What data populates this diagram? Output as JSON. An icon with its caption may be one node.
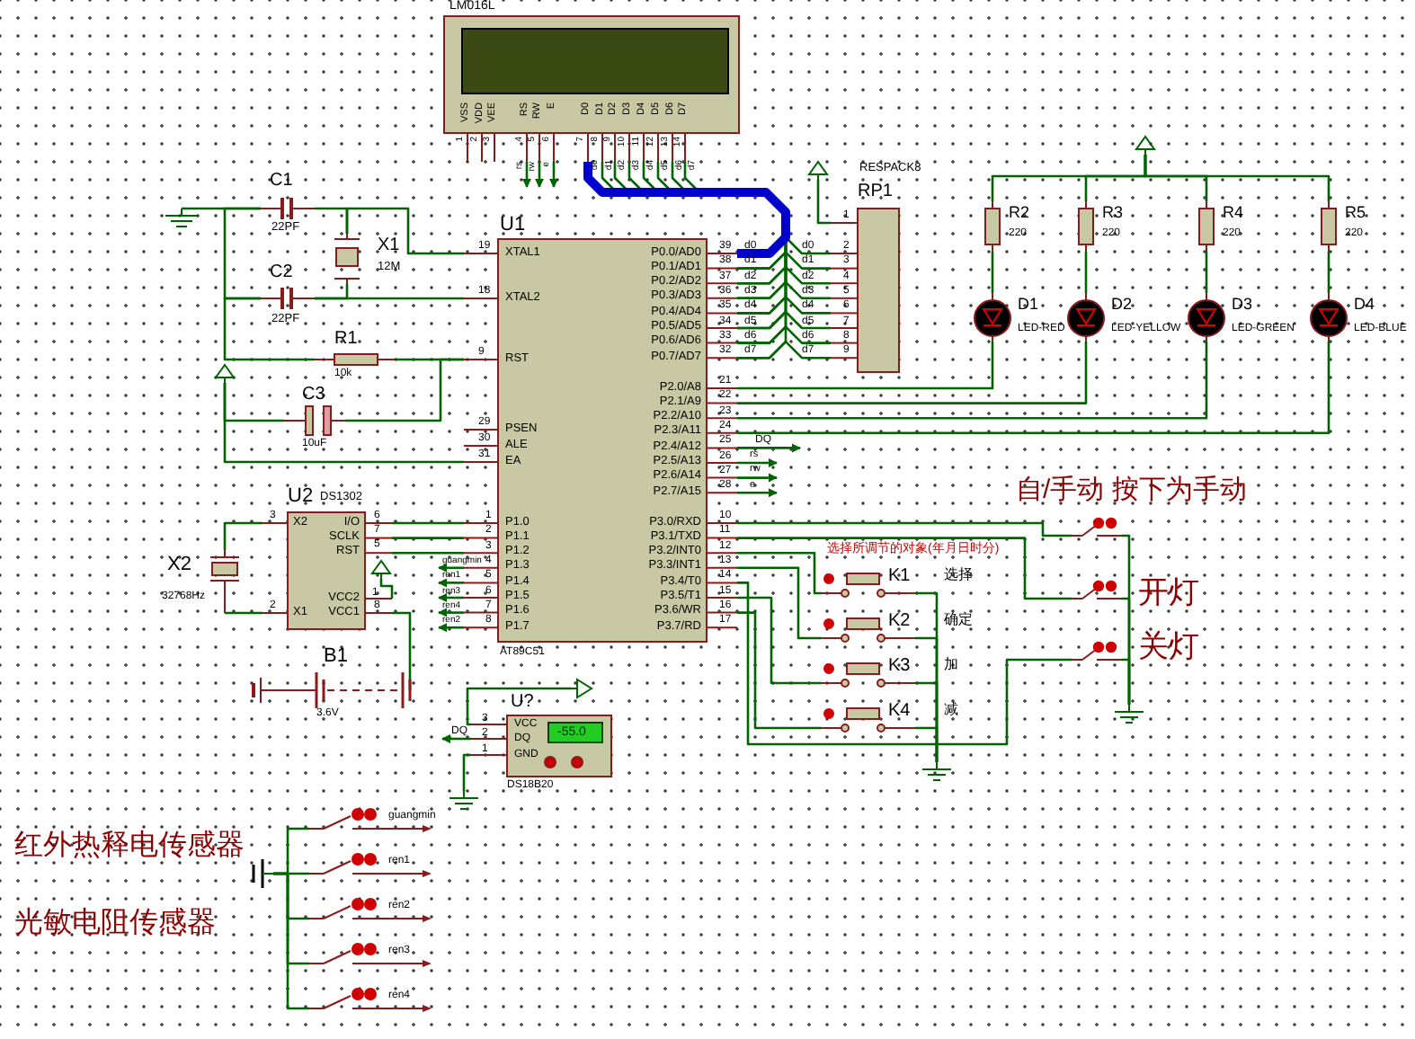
{
  "diagram": {
    "nodes": [
      {
        "text": [
          "LM016L",
          "VSS",
          "VDD",
          "VEE",
          "RS",
          "RW",
          "E",
          "D0",
          "D1",
          "D2",
          "D3",
          "D4",
          "D5",
          "D6",
          "D7"
        ]
      },
      {
        "text": [
          "U1",
          "XTAL1",
          "XTAL2",
          "RST",
          "PSEN",
          "ALE",
          "EA",
          "P0.0/AD0",
          "P0.1/AD1",
          "P0.2/AD2",
          "P0.3/AD3",
          "P0.4/AD4",
          "P0.5/AD5",
          "P0.6/AD6",
          "P0.7/AD7",
          "P2.0/A8",
          "P2.1/A9",
          "P2.2/A10",
          "P2.3/A11",
          "P2.4/A12",
          "P2.5/A13",
          "P2.6/A14",
          "P2.7/A15",
          "P1.0",
          "P1.1",
          "P1.2",
          "P1.3",
          "P1.4",
          "P1.5",
          "P1.6",
          "P1.7",
          "P3.0/RXD",
          "P3.1/TXD",
          "P3.2/INT0",
          "P3.3/INT1",
          "P3.4/T0",
          "P3.5/T1",
          "P3.6/WR",
          "P3.7/RD",
          "AT89C51"
        ]
      },
      {
        "text": [
          "RESPACK8",
          "RP1"
        ]
      },
      {
        "text": [
          "C1",
          "22PF"
        ]
      },
      {
        "text": [
          "C2",
          "22PF"
        ]
      },
      {
        "text": [
          "X1",
          "12M"
        ]
      },
      {
        "text": [
          "R1",
          "10k"
        ]
      },
      {
        "text": [
          "C3",
          "10uF"
        ]
      },
      {
        "text": [
          "R2",
          "220"
        ]
      },
      {
        "text": [
          "R3",
          "220"
        ]
      },
      {
        "text": [
          "R4",
          "220"
        ]
      },
      {
        "text": [
          "R5",
          "220"
        ]
      },
      {
        "text": [
          "D1",
          "LED-RED"
        ]
      },
      {
        "text": [
          "D2",
          "LED-YELLOW"
        ]
      },
      {
        "text": [
          "D3",
          "LED-GREEN"
        ]
      },
      {
        "text": [
          "D4",
          "LED-BLUE"
        ]
      },
      {
        "text": [
          "U2",
          "DS1302",
          "X2",
          "X1",
          "I/O",
          "SCLK",
          "RST",
          "VCC2",
          "VCC1"
        ]
      },
      {
        "text": [
          "X2",
          "32768Hz"
        ]
      },
      {
        "text": [
          "B1",
          "3.6V"
        ]
      },
      {
        "text": [
          "U?",
          "VCC",
          "DQ",
          "GND",
          "-55.0",
          "DS18B20"
        ]
      },
      {
        "text": [
          "K1"
        ]
      },
      {
        "text": [
          "K2"
        ]
      },
      {
        "text": [
          "K3"
        ]
      },
      {
        "text": [
          "K4"
        ]
      },
      {
        "text": [],
        "shape": "switch"
      },
      {
        "text": [],
        "shape": "switch"
      },
      {
        "text": [],
        "shape": "switch"
      },
      {
        "text": [
          "guangmin"
        ]
      },
      {
        "text": [
          "ren1"
        ]
      },
      {
        "text": [
          "ren2"
        ]
      },
      {
        "text": [
          "ren3"
        ]
      },
      {
        "text": [
          "ren4"
        ]
      },
      {
        "text": [],
        "shape": "connector"
      },
      {
        "text": [],
        "shape": "ground"
      },
      {
        "text": [],
        "shape": "power"
      },
      {
        "text": [],
        "shape": "power"
      },
      {
        "text": [],
        "shape": "power"
      },
      {
        "text": [],
        "shape": "power"
      },
      {
        "text": [],
        "shape": "power"
      },
      {
        "text": [],
        "shape": "ground"
      },
      {
        "text": [],
        "shape": "ground"
      },
      {
        "text": [],
        "shape": "ground"
      }
    ],
    "edges": [
      {
        "from": 3,
        "to": 5,
        "arrow": "none"
      },
      {
        "from": 5,
        "to": 1,
        "arrow": "none"
      },
      {
        "from": 5,
        "to": 4,
        "arrow": "none"
      },
      {
        "from": 4,
        "to": 1,
        "arrow": "none"
      },
      {
        "from": 3,
        "to": 4,
        "arrow": "none"
      },
      {
        "from": 4,
        "to": 6,
        "arrow": "none"
      },
      {
        "from": 6,
        "to": 1,
        "arrow": "none"
      },
      {
        "from": 7,
        "to": 1,
        "arrow": "none"
      },
      {
        "from": 3,
        "to": 33,
        "arrow": "none"
      },
      {
        "from": 34,
        "to": 7,
        "arrow": "none"
      },
      {
        "from": 34,
        "to": 1,
        "arrow": "none"
      },
      {
        "from": 1,
        "to": 0,
        "arrow": "none",
        "style": "thick",
        "color": "#0000cc"
      },
      {
        "from": 1,
        "to": 2,
        "arrow": "none"
      },
      {
        "from": 35,
        "to": 2,
        "arrow": "none"
      },
      {
        "from": 1,
        "to": 12,
        "arrow": "none"
      },
      {
        "from": 1,
        "to": 13,
        "arrow": "none"
      },
      {
        "from": 1,
        "to": 14,
        "arrow": "none"
      },
      {
        "from": 1,
        "to": 15,
        "arrow": "none"
      },
      {
        "from": 8,
        "to": 12,
        "arrow": "none"
      },
      {
        "from": 9,
        "to": 13,
        "arrow": "none"
      },
      {
        "from": 10,
        "to": 14,
        "arrow": "none"
      },
      {
        "from": 11,
        "to": 15,
        "arrow": "none"
      },
      {
        "from": 36,
        "to": 8,
        "arrow": "none"
      },
      {
        "from": 36,
        "to": 9,
        "arrow": "none"
      },
      {
        "from": 36,
        "to": 10,
        "arrow": "none"
      },
      {
        "from": 36,
        "to": 11,
        "arrow": "none"
      },
      {
        "from": 16,
        "to": 1,
        "arrow": "none"
      },
      {
        "from": 16,
        "to": 1,
        "arrow": "none"
      },
      {
        "from": 16,
        "to": 1,
        "arrow": "none"
      },
      {
        "from": 17,
        "to": 16,
        "arrow": "none"
      },
      {
        "from": 17,
        "to": 16,
        "arrow": "none"
      },
      {
        "from": 18,
        "to": 16,
        "arrow": "none"
      },
      {
        "from": 37,
        "to": 16,
        "arrow": "none"
      },
      {
        "from": 38,
        "to": 19,
        "arrow": "none"
      },
      {
        "from": 19,
        "to": 39,
        "arrow": "none"
      },
      {
        "from": 1,
        "to": 24,
        "arrow": "none"
      },
      {
        "from": 1,
        "to": 25,
        "arrow": "none"
      },
      {
        "from": 1,
        "to": 26,
        "arrow": "none"
      },
      {
        "from": 1,
        "to": 20,
        "arrow": "none"
      },
      {
        "from": 1,
        "to": 21,
        "arrow": "none"
      },
      {
        "from": 1,
        "to": 22,
        "arrow": "none"
      },
      {
        "from": 1,
        "to": 23,
        "arrow": "none"
      },
      {
        "from": 20,
        "to": 41,
        "arrow": "none"
      },
      {
        "from": 21,
        "to": 41,
        "arrow": "none"
      },
      {
        "from": 22,
        "to": 41,
        "arrow": "none"
      },
      {
        "from": 23,
        "to": 41,
        "arrow": "none"
      },
      {
        "from": 24,
        "to": 40,
        "arrow": "none"
      },
      {
        "from": 25,
        "to": 40,
        "arrow": "none"
      },
      {
        "from": 26,
        "to": 40,
        "arrow": "none"
      },
      {
        "from": 32,
        "to": 27,
        "arrow": "none"
      },
      {
        "from": 32,
        "to": 28,
        "arrow": "none"
      },
      {
        "from": 32,
        "to": 29,
        "arrow": "none"
      },
      {
        "from": 32,
        "to": 30,
        "arrow": "none"
      },
      {
        "from": 32,
        "to": 31,
        "arrow": "none"
      },
      {
        "from": 0,
        "to": 1,
        "arrow": "none"
      },
      {
        "from": 0,
        "to": 1,
        "arrow": "none"
      },
      {
        "from": 0,
        "to": 1,
        "arrow": "none"
      },
      {
        "from": 0,
        "to": 1,
        "arrow": "none"
      },
      {
        "from": 0,
        "to": 1,
        "arrow": "none"
      },
      {
        "from": 0,
        "to": 1,
        "arrow": "none"
      },
      {
        "from": 0,
        "to": 1,
        "arrow": "none"
      },
      {
        "from": 1,
        "to": 2,
        "arrow": "none"
      },
      {
        "from": 1,
        "to": 2,
        "arrow": "none"
      },
      {
        "from": 1,
        "to": 2,
        "arrow": "none"
      },
      {
        "from": 1,
        "to": 2,
        "arrow": "none"
      },
      {
        "from": 1,
        "to": 2,
        "arrow": "none"
      },
      {
        "from": 1,
        "to": 2,
        "arrow": "none"
      },
      {
        "from": 1,
        "to": 2,
        "arrow": "none"
      },
      {
        "from": 0,
        "to": null,
        "arrow": "to",
        "label": "rs"
      },
      {
        "from": 0,
        "to": null,
        "arrow": "to",
        "label": "rw"
      },
      {
        "from": 0,
        "to": null,
        "arrow": "to",
        "label": "e"
      },
      {
        "from": 1,
        "to": null,
        "arrow": "to",
        "label": "DQ"
      },
      {
        "from": 1,
        "to": null,
        "arrow": "to",
        "label": "rs"
      },
      {
        "from": 1,
        "to": null,
        "arrow": "to",
        "label": "rw"
      },
      {
        "from": 1,
        "to": null,
        "arrow": "to",
        "label": "e"
      },
      {
        "from": 1,
        "to": null,
        "arrow": "to",
        "label": "guangmin"
      },
      {
        "from": 1,
        "to": null,
        "arrow": "to",
        "label": "ren1"
      },
      {
        "from": 1,
        "to": null,
        "arrow": "to",
        "label": "ren3"
      },
      {
        "from": 1,
        "to": null,
        "arrow": "to",
        "label": "ren4"
      },
      {
        "from": 1,
        "to": null,
        "arrow": "to",
        "label": "ren2"
      },
      {
        "from": 19,
        "to": null,
        "arrow": "to",
        "label": "DQ"
      }
    ],
    "labels": [
      "1",
      "2",
      "3",
      "4",
      "5",
      "6",
      "7",
      "8",
      "9",
      "10",
      "11",
      "12",
      "13",
      "14",
      "d0",
      "d1",
      "d2",
      "d3",
      "d4",
      "d5",
      "d6",
      "d7",
      "19",
      "18",
      "9",
      "29",
      "30",
      "31",
      "39",
      "38",
      "37",
      "36",
      "35",
      "34",
      "33",
      "32",
      "d0",
      "d1",
      "d2",
      "d3",
      "d4",
      "d5",
      "d6",
      "d7",
      "d0",
      "d1",
      "d2",
      "d3",
      "d4",
      "d5",
      "d6",
      "d7",
      "2",
      "3",
      "4",
      "5",
      "6",
      "7",
      "8",
      "9",
      "1",
      "21",
      "22",
      "23",
      "24",
      "25",
      "26",
      "27",
      "28",
      "10",
      "11",
      "12",
      "13",
      "14",
      "15",
      "16",
      "17",
      "1",
      "2",
      "3",
      "4",
      "5",
      "6",
      "7",
      "8",
      "3",
      "2",
      "6",
      "7",
      "5",
      "1",
      "8",
      "3",
      "2",
      "1",
      "自/手动 按下为手动",
      "选择所调节的对象(年月日时分)",
      "选择",
      "确定",
      "加",
      "减",
      "开灯",
      "关灯",
      "红外热释电传感器",
      "光敏电阻传感器"
    ]
  }
}
